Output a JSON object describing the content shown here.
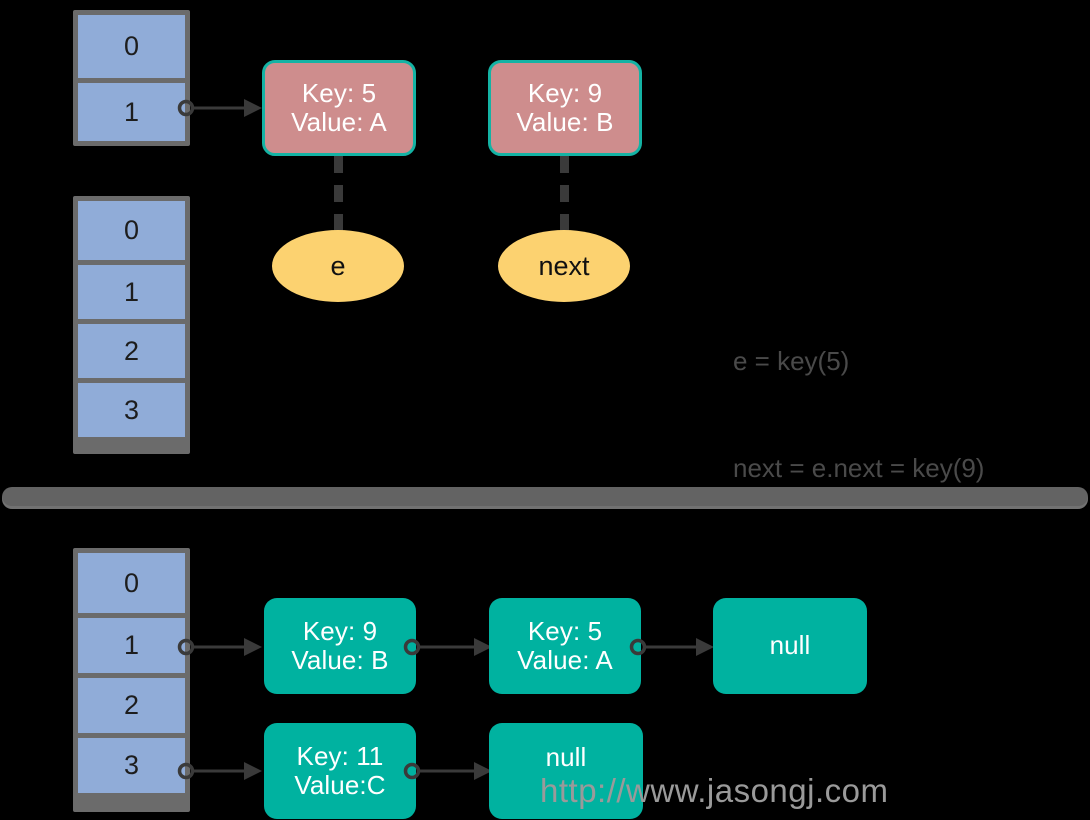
{
  "diagram": {
    "title": "HashMap resize linked-list transfer",
    "watermark": "http://www.jasongj.com",
    "colors": {
      "background": "#000000",
      "bucket_fill": "#90acd8",
      "bucket_border": "#6b6b6b",
      "node_pink_fill": "#ce8d8d",
      "node_pink_border": "#14b3a4",
      "node_teal_fill": "#00b2a0",
      "ellipse_fill": "#fcd270",
      "connector": "#3a3a3a",
      "annotation_text": "#4a4a4a",
      "watermark_text": "#9a9a9a"
    }
  },
  "top": {
    "table_a": {
      "cells": [
        "0",
        "1"
      ]
    },
    "table_b": {
      "cells": [
        "0",
        "1",
        "2",
        "3"
      ]
    },
    "nodes": [
      {
        "key_line": "Key: 5",
        "value_line": "Value: A"
      },
      {
        "key_line": "Key: 9",
        "value_line": "Value: B"
      }
    ],
    "variables": [
      {
        "label": "e"
      },
      {
        "label": "next"
      }
    ],
    "annotation": {
      "line1": "e = key(5)",
      "line2": "next = e.next = key(9)"
    }
  },
  "bottom": {
    "table": {
      "cells": [
        "0",
        "1",
        "2",
        "3"
      ]
    },
    "chain_bucket1": [
      {
        "key_line": "Key: 9",
        "value_line": "Value: B"
      },
      {
        "key_line": "Key: 5",
        "value_line": "Value: A"
      },
      {
        "key_line": "null",
        "value_line": ""
      }
    ],
    "chain_bucket3": [
      {
        "key_line": "Key: 11",
        "value_line": "Value:C"
      },
      {
        "key_line": "null",
        "value_line": ""
      }
    ]
  }
}
